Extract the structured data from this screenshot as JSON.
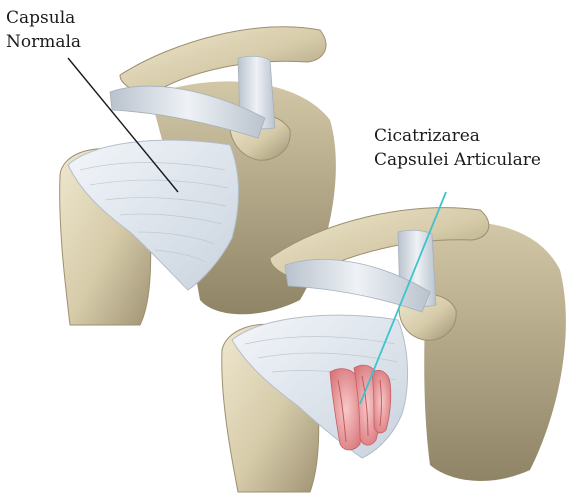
{
  "labels": {
    "normal_capsule": {
      "line1": "Capsula",
      "line2": "Normala"
    },
    "scarred_capsule": {
      "line1": "Cicatrizarea",
      "line2": "Capsulei Articulare"
    }
  },
  "colors": {
    "bone": "#d9ceb0",
    "bone_shadow": "#a89c7c",
    "capsule": "#dfe6ee",
    "ligament": "#cfd6df",
    "scar_tissue": "#e89a9c",
    "pointer_normal": "#1b1b1b",
    "pointer_scar": "#3fc3cc"
  }
}
